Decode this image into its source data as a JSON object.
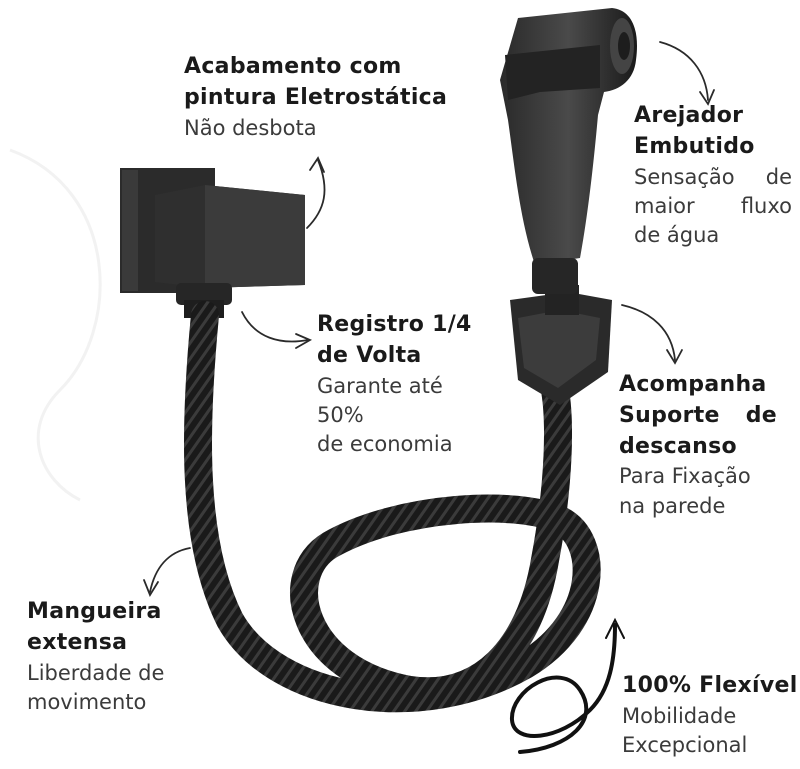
{
  "colors": {
    "product": "#1b1b1b",
    "text": "#1a1a1a",
    "desc": "#3b3b3b",
    "arrow": "#2a2a2a"
  },
  "callouts": {
    "acabamento": {
      "title": [
        "Acabamento com",
        "pintura Eletrostática"
      ],
      "desc": [
        "Não desbota"
      ]
    },
    "arejador": {
      "title": [
        "Arejador",
        "Embutido"
      ],
      "desc": [
        "Sensação de",
        "maior fluxo",
        "de água"
      ]
    },
    "registro": {
      "title": [
        "Registro 1/4",
        "de Volta"
      ],
      "desc": [
        "Garante até",
        "50%",
        "de economia"
      ]
    },
    "suporte": {
      "title": [
        "Acompanha",
        "Suporte de",
        "descanso"
      ],
      "desc": [
        "Para Fixação",
        "na parede"
      ]
    },
    "mangueira": {
      "title": [
        "Mangueira",
        "extensa"
      ],
      "desc": [
        "Liberdade de",
        "movimento"
      ]
    },
    "flexivel": {
      "title": [
        "100% Flexível"
      ],
      "desc": [
        "Mobilidade",
        "Excepcional"
      ]
    }
  },
  "icons": [
    "curved-arrow-icon",
    "loop-arrow-icon"
  ]
}
